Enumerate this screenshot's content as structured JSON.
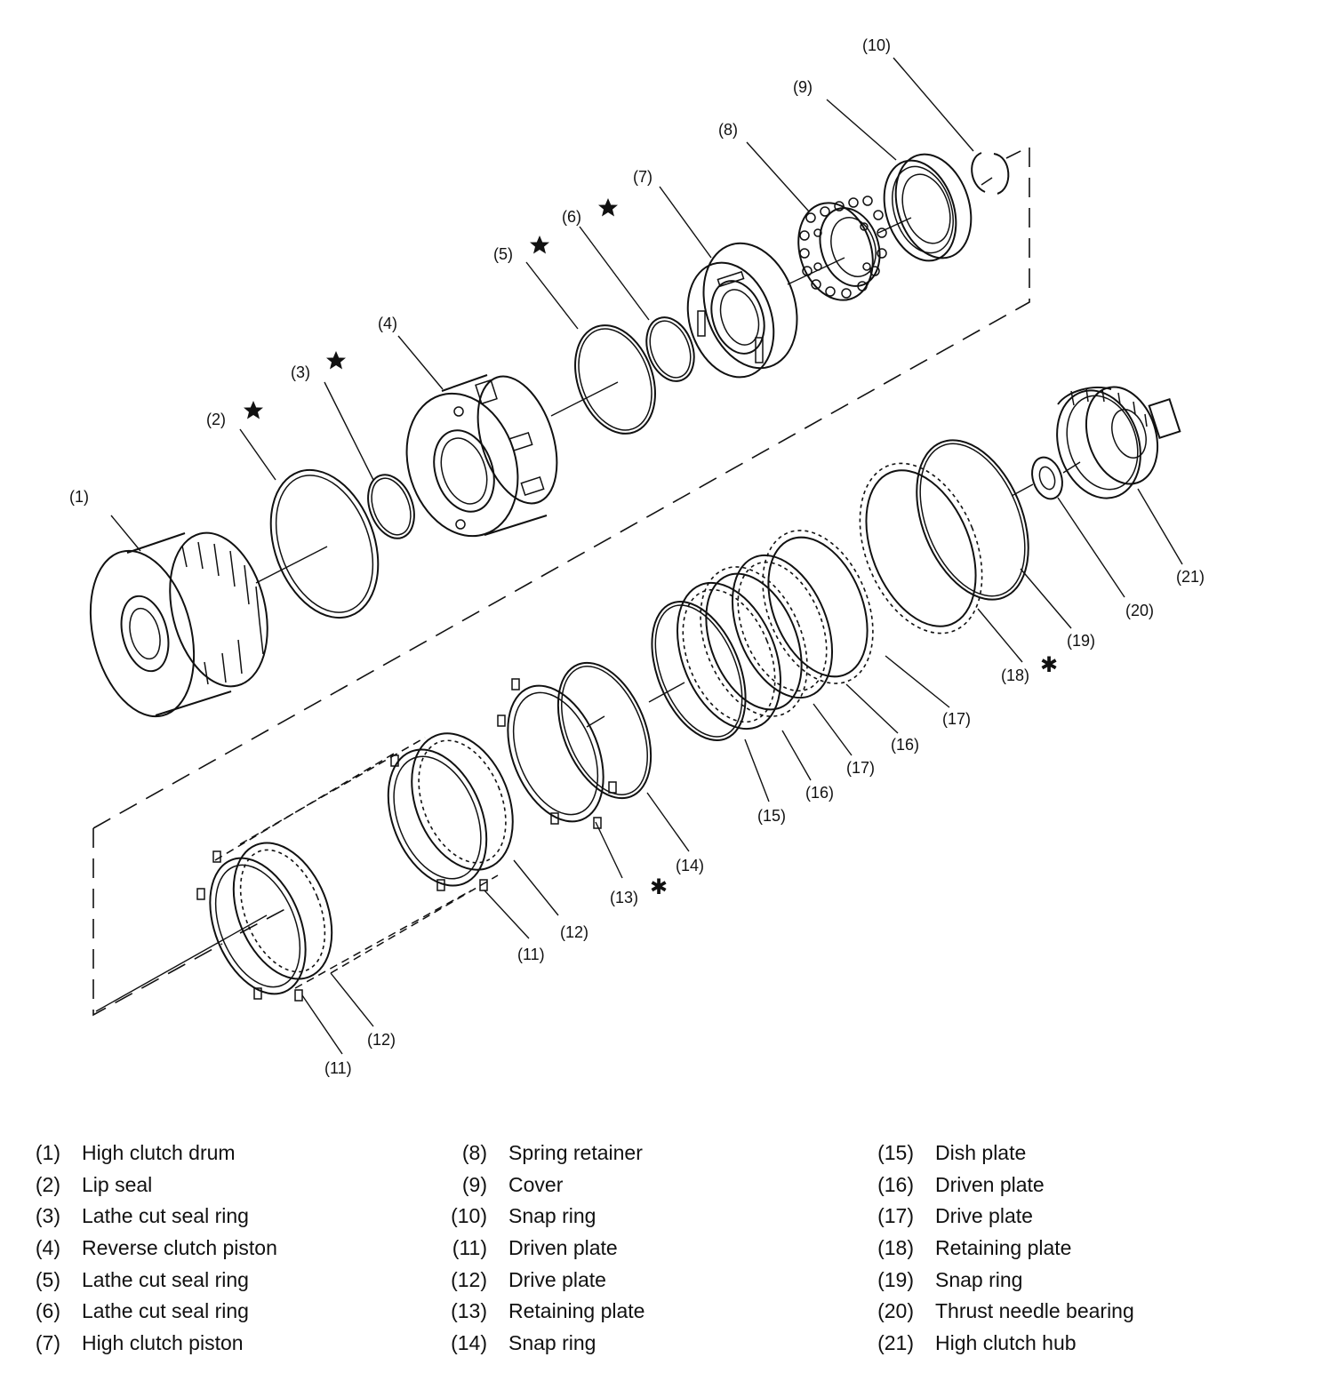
{
  "callouts": {
    "c1": "(1)",
    "c2": "(2)",
    "c3": "(3)",
    "c4": "(4)",
    "c5": "(5)",
    "c6": "(6)",
    "c7": "(7)",
    "c8": "(8)",
    "c9": "(9)",
    "c10": "(10)",
    "c11a": "(11)",
    "c11b": "(11)",
    "c12a": "(12)",
    "c12b": "(12)",
    "c13": "(13)",
    "c14": "(14)",
    "c15": "(15)",
    "c16a": "(16)",
    "c16b": "(16)",
    "c17a": "(17)",
    "c17b": "(17)",
    "c18": "(18)",
    "c19": "(19)",
    "c20": "(20)",
    "c21": "(21)"
  },
  "marks": {
    "asterisk": "✱",
    "star_icon": "star-icon"
  },
  "legend": {
    "columns": [
      [
        {
          "num": "(1)",
          "name": "High clutch drum"
        },
        {
          "num": "(2)",
          "name": "Lip seal"
        },
        {
          "num": "(3)",
          "name": "Lathe cut seal ring"
        },
        {
          "num": "(4)",
          "name": "Reverse clutch piston"
        },
        {
          "num": "(5)",
          "name": "Lathe cut seal ring"
        },
        {
          "num": "(6)",
          "name": "Lathe cut seal ring"
        },
        {
          "num": "(7)",
          "name": "High clutch piston"
        }
      ],
      [
        {
          "num": "(8)",
          "name": "Spring retainer"
        },
        {
          "num": "(9)",
          "name": "Cover"
        },
        {
          "num": "(10)",
          "name": "Snap ring"
        },
        {
          "num": "(11)",
          "name": "Driven plate"
        },
        {
          "num": "(12)",
          "name": "Drive plate"
        },
        {
          "num": "(13)",
          "name": "Retaining plate"
        },
        {
          "num": "(14)",
          "name": "Snap ring"
        }
      ],
      [
        {
          "num": "(15)",
          "name": "Dish plate"
        },
        {
          "num": "(16)",
          "name": "Driven plate"
        },
        {
          "num": "(17)",
          "name": "Drive plate"
        },
        {
          "num": "(18)",
          "name": "Retaining plate"
        },
        {
          "num": "(19)",
          "name": "Snap ring"
        },
        {
          "num": "(20)",
          "name": "Thrust needle bearing"
        },
        {
          "num": "(21)",
          "name": "High clutch hub"
        }
      ]
    ]
  }
}
